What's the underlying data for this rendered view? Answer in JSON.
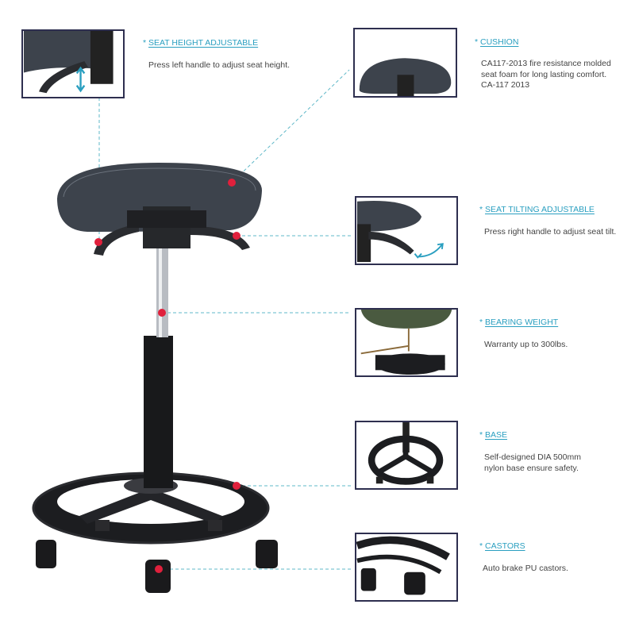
{
  "features": [
    {
      "title": "SEAT HEIGHT ADJUSTABLE",
      "desc": [
        "Press left handle to adjust seat height."
      ]
    },
    {
      "title": "CUSHION",
      "desc": [
        "CA117-2013 fire resistance molded",
        "seat foam for long lasting comfort.",
        "CA-117 2013"
      ]
    },
    {
      "title": "SEAT TILTING ADJUSTABLE",
      "desc": [
        "Press right handle to adjust seat tilt."
      ]
    },
    {
      "title": "BEARING WEIGHT",
      "desc": [
        "Warranty up to 300lbs."
      ]
    },
    {
      "title": "BASE",
      "desc": [
        "Self-designed DIA 500mm",
        "nylon base ensure safety."
      ]
    },
    {
      "title": "CASTORS",
      "desc": [
        "Auto brake PU castors."
      ]
    }
  ],
  "bullet": "*",
  "colors": {
    "accent": "#2a9fc0",
    "dot": "#e0203c",
    "frame": "#2e2f4f",
    "leader": "#5fb8c8"
  }
}
